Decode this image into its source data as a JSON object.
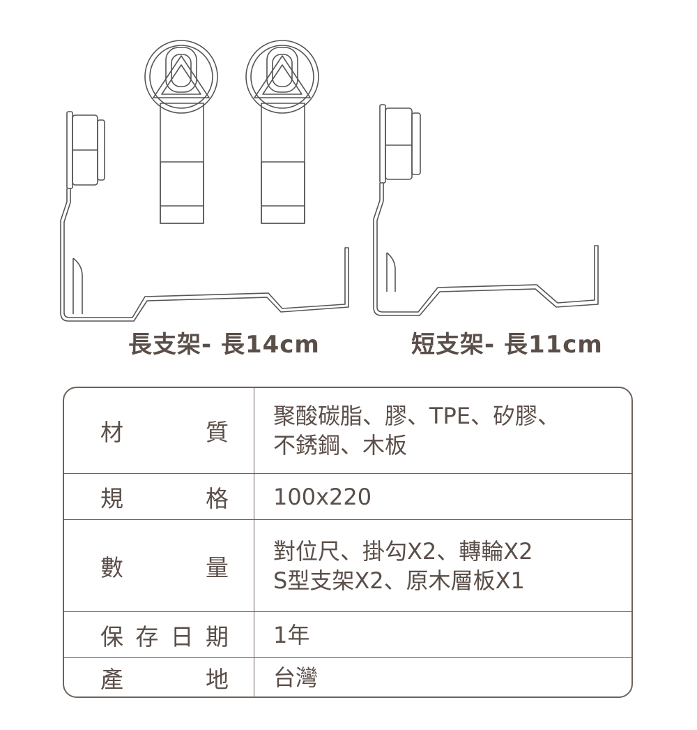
{
  "captions": {
    "long": "長支架- 長14cm",
    "short": "短支架- 長11cm"
  },
  "specs": [
    {
      "label": [
        "材",
        "質"
      ],
      "lines": [
        "聚酸碳脂、膠、TPE、矽膠、",
        "不銹鋼、木板"
      ]
    },
    {
      "label": [
        "規",
        "格"
      ],
      "lines": [
        "100x220"
      ]
    },
    {
      "label": [
        "數",
        "量"
      ],
      "lines": [
        "對位尺、掛勾X2、轉輪X2",
        "S型支架X2、原木層板X1"
      ]
    },
    {
      "label": [
        "保",
        "存",
        "日",
        "期"
      ],
      "lines": [
        "1年"
      ]
    },
    {
      "label": [
        "產",
        "地"
      ],
      "lines": [
        "台灣"
      ]
    }
  ],
  "colors": {
    "text": "#5a4e48",
    "border": "#6e625b"
  }
}
